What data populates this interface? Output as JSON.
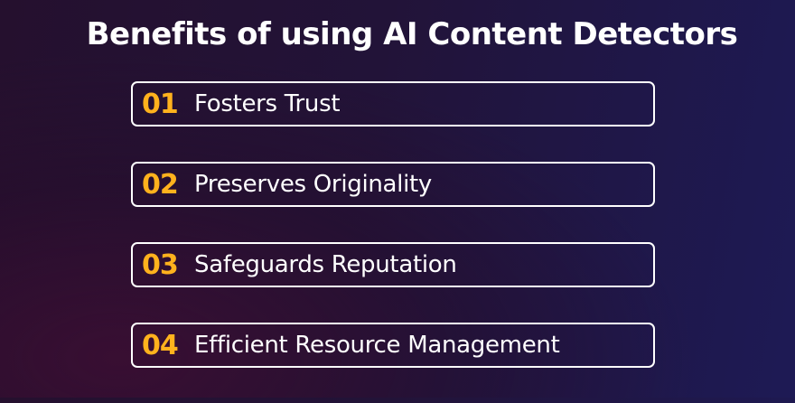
{
  "title": "Benefits of using AI Content Detectors",
  "items": [
    {
      "number": "01",
      "label": "Fosters Trust"
    },
    {
      "number": "02",
      "label": "Preserves Originality"
    },
    {
      "number": "03",
      "label": "Safeguards Reputation"
    },
    {
      "number": "04",
      "label": "Efficient Resource Management"
    }
  ],
  "colors": {
    "background": "#221338",
    "number_accent": "#ffb21d",
    "text": "#ffffff",
    "border": "#ffffff"
  }
}
